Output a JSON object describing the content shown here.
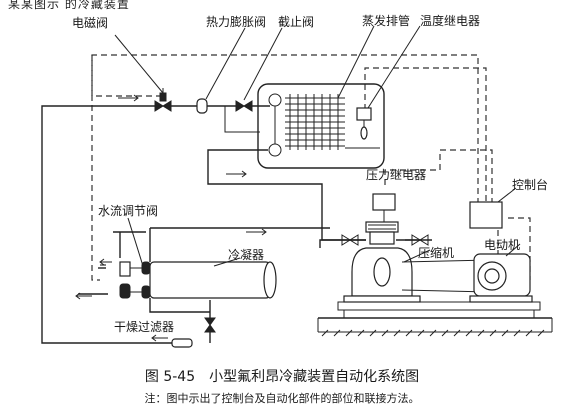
{
  "top_fragment": "某某图示 的冷藏装置",
  "labels": {
    "solenoid_valve": "电磁阀",
    "thermal_expansion_valve": "热力膨胀阀",
    "stop_valve": "截止阀",
    "evaporator_coil": "蒸发排管",
    "temperature_relay": "温度继电器",
    "control_panel": "控制台",
    "pressure_relay": "压力继电器",
    "water_flow_valve": "水流调节阀",
    "condenser": "冷凝器",
    "compressor": "压缩机",
    "motor": "电动机",
    "dryer_filter": "干燥过滤器"
  },
  "caption": "图 5-45　小型氟利昂冷藏装置自动化系统图",
  "note": "注：图中示出了控制台及自动化部件的部位和联接方法。"
}
